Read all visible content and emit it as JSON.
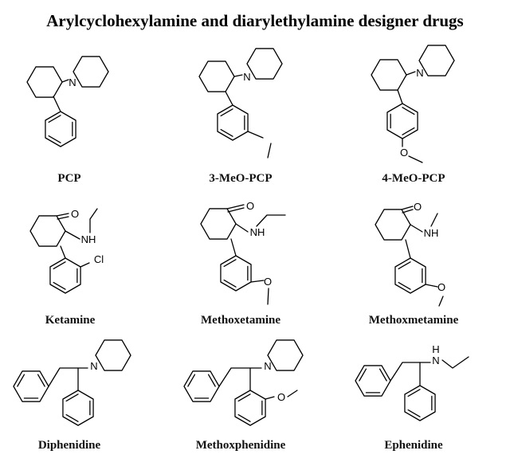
{
  "title": "Arylcyclohexylamine and diarylethylamine designer drugs",
  "compounds": [
    {
      "name": "PCP"
    },
    {
      "name": "3-MeO-PCP"
    },
    {
      "name": "4-MeO-PCP"
    },
    {
      "name": "Ketamine"
    },
    {
      "name": "Methoxetamine"
    },
    {
      "name": "Methoxmetamine"
    },
    {
      "name": "Diphenidine"
    },
    {
      "name": "Methoxphenidine"
    },
    {
      "name": "Ephenidine"
    }
  ],
  "atom_labels": {
    "n": "N",
    "o": "O",
    "nh": "NH",
    "cl": "Cl",
    "h": "H"
  }
}
